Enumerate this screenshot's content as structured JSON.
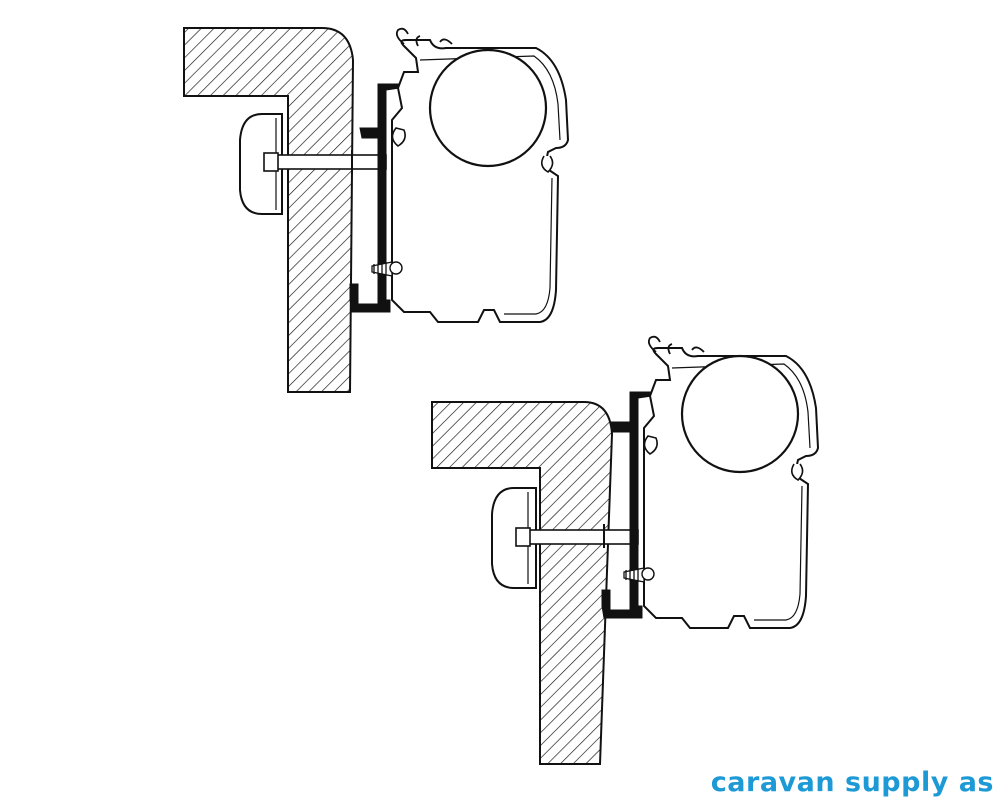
{
  "watermark": {
    "text": "caravan supply as"
  },
  "colors": {
    "line": "#111111",
    "background": "#ffffff",
    "bracket_fill": "#111111",
    "watermark": "#1d9ad6"
  },
  "diagram": {
    "subject": "awning rail adapter mounting cross-section",
    "views": [
      {
        "name": "upper-mounting-view"
      },
      {
        "name": "lower-mounting-view"
      }
    ]
  }
}
